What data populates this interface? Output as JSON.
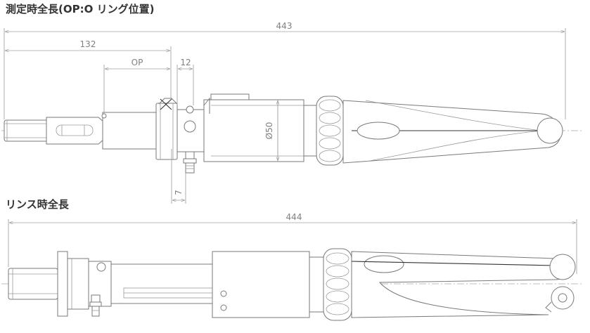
{
  "titles": {
    "top": "測定時全長(OP:O リング位置)",
    "bottom": "リンス時全長"
  },
  "dimensions": {
    "overall_top": "443",
    "length_132": "132",
    "op": "OP",
    "width_12": "12",
    "diameter": "Ø50",
    "offset_7": "7",
    "overall_bottom": "444"
  },
  "colors": {
    "outline": "#7a7a7a",
    "dimension": "#a0a0a0",
    "text": "#808080",
    "title": "#333333"
  }
}
